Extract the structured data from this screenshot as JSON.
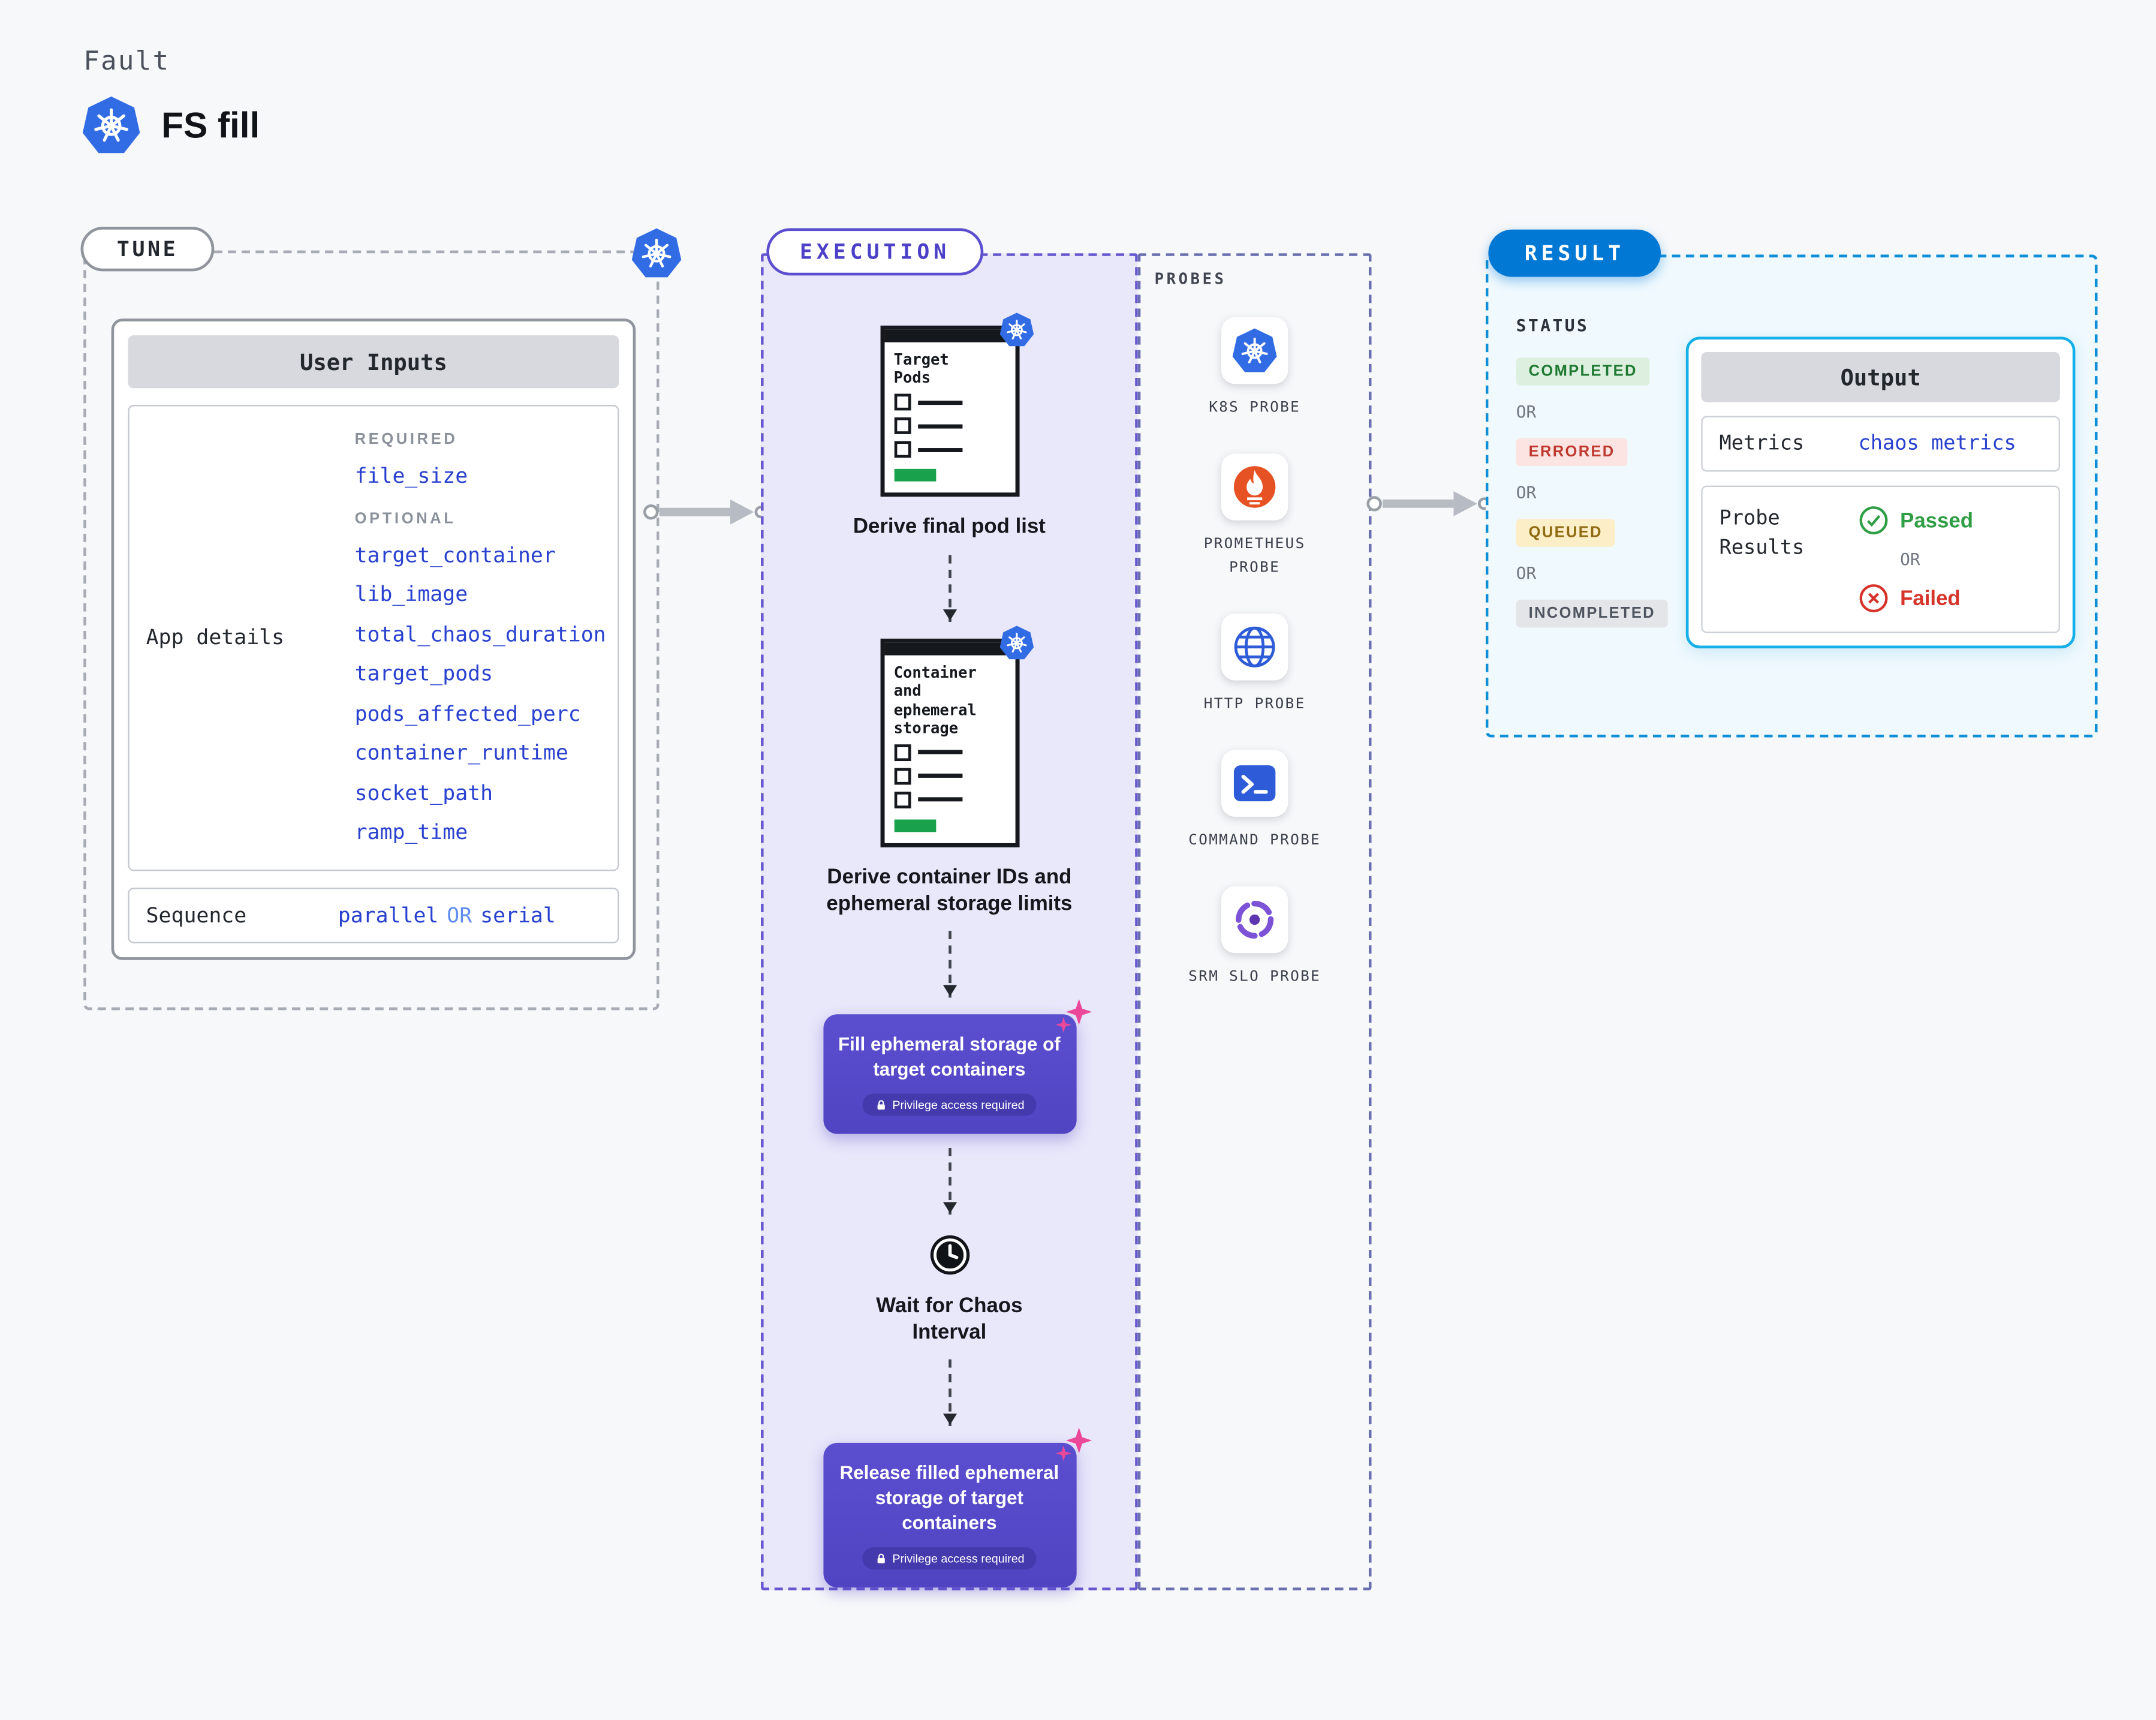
{
  "colors": {
    "k8s_blue": "#326ce5",
    "accent_blue_text": "#2941cf",
    "execution_purple": "#5b4fd0",
    "result_blue": "#0278d5",
    "output_border_cyan": "#15b0e8",
    "passed_green": "#2f9e44",
    "failed_red": "#d6342a",
    "sparkle_pink": "#ec4899",
    "prometheus_orange": "#e75225"
  },
  "header": {
    "eyebrow": "Fault",
    "title": "FS fill"
  },
  "tune": {
    "label": "TUNE",
    "card_title": "User Inputs",
    "left_label": "App details",
    "required_label": "REQUIRED",
    "required_fields": [
      "file_size"
    ],
    "optional_label": "OPTIONAL",
    "optional_fields": [
      "target_container",
      "lib_image",
      "total_chaos_duration",
      "target_pods",
      "pods_affected_perc",
      "container_runtime",
      "socket_path",
      "ramp_time"
    ],
    "sequence": {
      "label": "Sequence",
      "value_1": "parallel",
      "or": "OR",
      "value_2": "serial"
    }
  },
  "execution": {
    "label": "EXECUTION",
    "doc1": {
      "title": "Target Pods",
      "caption": "Derive final pod list"
    },
    "doc2": {
      "title": "Container and ephemeral storage",
      "caption": "Derive container IDs and ephemeral storage limits"
    },
    "action1": {
      "text": "Fill ephemeral storage of target containers",
      "badge": "Privilege access required"
    },
    "wait": {
      "caption": "Wait for Chaos Interval"
    },
    "action2": {
      "text": "Release filled ephemeral storage of target containers",
      "badge": "Privilege access required"
    }
  },
  "probes": {
    "label": "PROBES",
    "items": [
      {
        "name": "K8S PROBE",
        "icon": "kubernetes-icon"
      },
      {
        "name": "PROMETHEUS PROBE",
        "icon": "prometheus-icon"
      },
      {
        "name": "HTTP PROBE",
        "icon": "globe-icon"
      },
      {
        "name": "COMMAND PROBE",
        "icon": "terminal-icon"
      },
      {
        "name": "SRM SLO PROBE",
        "icon": "slo-ring-icon"
      }
    ]
  },
  "result": {
    "label": "RESULT",
    "status_label": "STATUS",
    "or_label": "OR",
    "statuses": [
      {
        "text": "COMPLETED",
        "fg": "#1f7a33",
        "bg": "#ddf0df"
      },
      {
        "text": "ERRORED",
        "fg": "#bf392e",
        "bg": "#fbe4e2"
      },
      {
        "text": "QUEUED",
        "fg": "#8f6a10",
        "bg": "#fceec7"
      },
      {
        "text": "INCOMPLETED",
        "fg": "#4e5560",
        "bg": "#e3e5e9"
      }
    ],
    "output": {
      "title": "Output",
      "metrics_label": "Metrics",
      "metrics_value": "chaos metrics",
      "probe_results_label": "Probe Results",
      "passed_label": "Passed",
      "or_label": "OR",
      "failed_label": "Failed"
    }
  }
}
